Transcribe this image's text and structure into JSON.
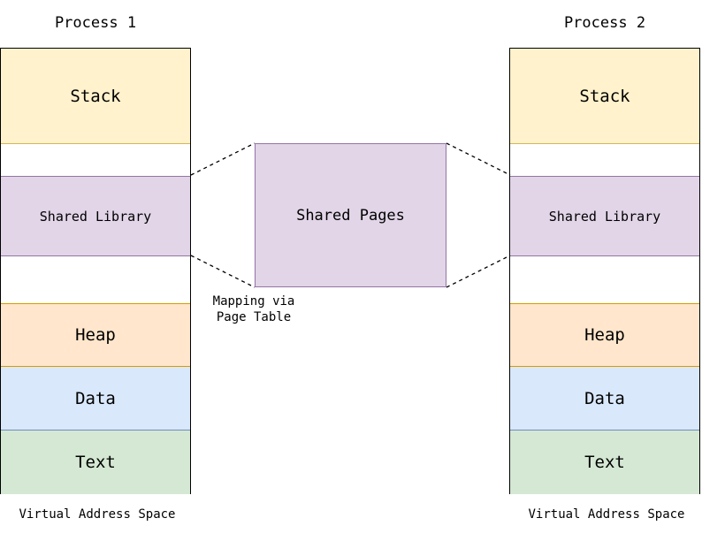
{
  "process1": {
    "title": "Process 1",
    "segments": {
      "stack": "Stack",
      "shared_library": "Shared Library",
      "heap": "Heap",
      "data": "Data",
      "text": "Text"
    },
    "footer": "Virtual Address Space"
  },
  "process2": {
    "title": "Process 2",
    "segments": {
      "stack": "Stack",
      "shared_library": "Shared Library",
      "heap": "Heap",
      "data": "Data",
      "text": "Text"
    },
    "footer": "Virtual Address Space"
  },
  "shared_pages": {
    "label": "Shared Pages"
  },
  "mapping_label": {
    "line1": "Mapping via",
    "line2": "Page Table"
  },
  "colors": {
    "stack_fill": "#fff2cc",
    "stack_stroke": "#d6b656",
    "library_fill": "#e1d5e7",
    "library_stroke": "#9673a6",
    "heap_fill": "#ffe6cc",
    "heap_stroke": "#d79b00",
    "data_fill": "#dae8fc",
    "data_stroke": "#6c8ebf",
    "text_fill": "#d5e8d4"
  }
}
